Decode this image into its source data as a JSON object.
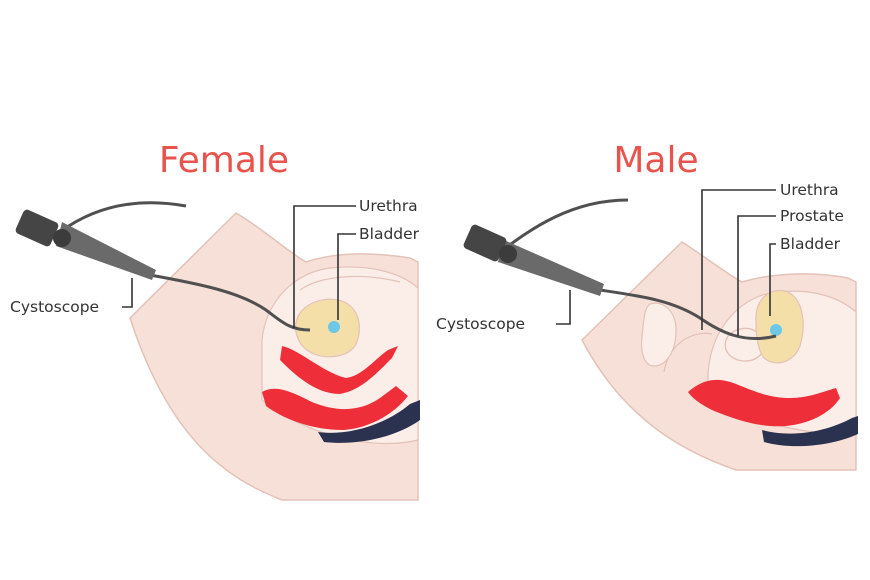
{
  "colors": {
    "title": "#e8534d",
    "skin": "#f7e0d8",
    "tissue": "#fbeee9",
    "outline": "#e3c2b8",
    "red": "#ee2f3a",
    "dark": "#2b3250",
    "bladder": "#f5dfa8",
    "fluid": "#6cc8e6",
    "scope": "#505050",
    "line": "#333333"
  },
  "panels": [
    {
      "title": "Female",
      "labels": {
        "urethra": "Urethra",
        "bladder": "Bladder",
        "cystoscope": "Cystoscope"
      }
    },
    {
      "title": "Male",
      "labels": {
        "urethra": "Urethra",
        "prostate": "Prostate",
        "bladder": "Bladder",
        "cystoscope": "Cystoscope"
      }
    }
  ]
}
